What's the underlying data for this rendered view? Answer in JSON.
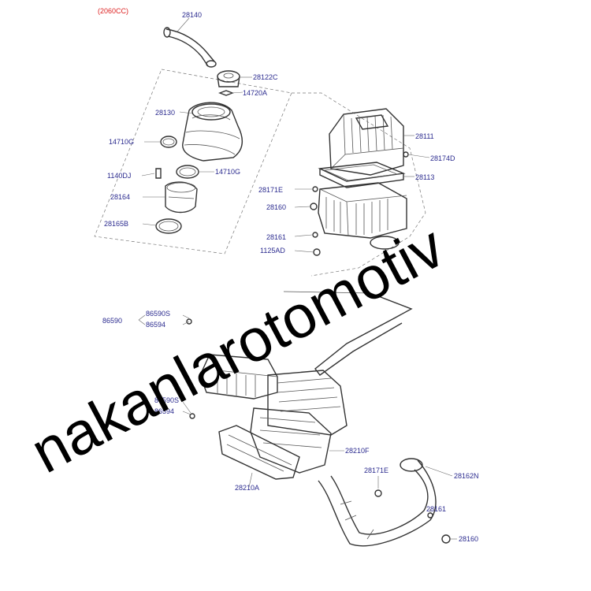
{
  "header_code": "(2060CC)",
  "watermark": "nakanlarotomotiv",
  "part_labels": {
    "p28140": "28140",
    "p28122C": "28122C",
    "p14720A": "14720A",
    "p28130": "28130",
    "p14710G": "14710G",
    "p14710G2": "14710G",
    "p1140DJ": "1140DJ",
    "p28164": "28164",
    "p28165B": "28165B",
    "p28111": "28111",
    "p28174D": "28174D",
    "p28113": "28113",
    "p28171E": "28171E",
    "p28160": "28160",
    "p28161": "28161",
    "p1125AD": "1125AD",
    "p86590": "86590",
    "p86590S": "86590S",
    "p86594": "86594",
    "p86590S2": "86590S",
    "p86594b": "86594",
    "p28210F": "28210F",
    "p28171E2": "28171E",
    "p28162N": "28162N",
    "p28161b": "28161",
    "p28160b": "28160",
    "p28210A": "28210A"
  }
}
